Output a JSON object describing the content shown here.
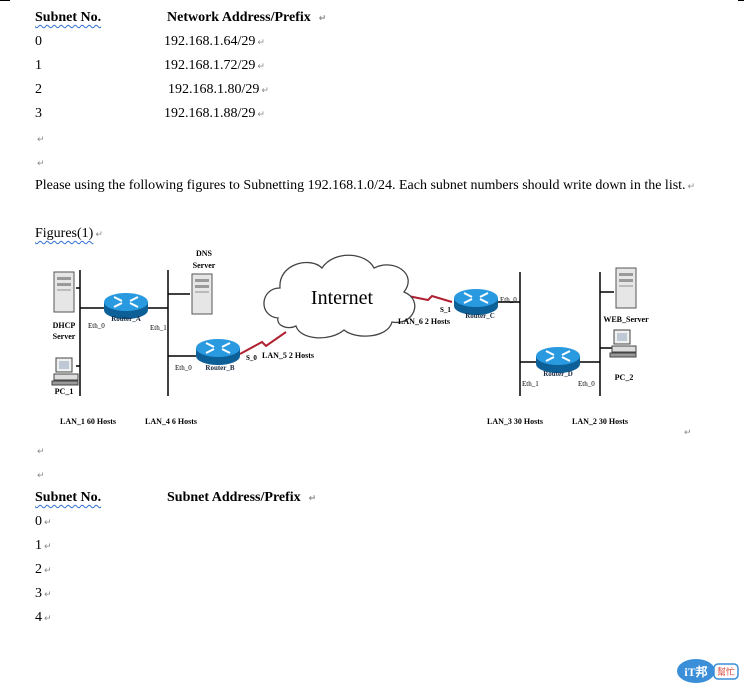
{
  "table1": {
    "col1_header": "Subnet No.",
    "col2_header": "Network Address/Prefix",
    "rows": [
      {
        "no": "0",
        "addr": "192.168.1.64/29"
      },
      {
        "no": "1",
        "addr": "192.168.1.72/29"
      },
      {
        "no": "2",
        "addr": "192.168.1.80/29"
      },
      {
        "no": "3",
        "addr": "192.168.1.88/29"
      }
    ]
  },
  "paragraph": "Please using the following figures to Subnetting 192.168.1.0/24. Each subnet numbers should write down in the list.",
  "figures_label": "Figures(1)",
  "paragraph_mark": "↵",
  "diagram": {
    "internet": "Internet",
    "dns_label_1": "DNS",
    "dns_label_2": "Server",
    "dhcp_label_1": "DHCP",
    "dhcp_label_2": "Server",
    "pc1": "PC_1",
    "pc2": "PC_2",
    "web_server": "WEB_Server",
    "router_a": "Router_A",
    "router_b": "Router_B",
    "router_c": "Router_C",
    "router_d": "Router_D",
    "eth0_a": "Eth_0",
    "eth1_a": "Eth_1",
    "eth0_b": "Eth_0",
    "s0_b": "S_0",
    "s1_c": "S_1",
    "eth0_c": "Eth_0",
    "eth1_d": "Eth_1",
    "eth0_d": "Eth_0",
    "lan1": "LAN_1 60 Hosts",
    "lan4": "LAN_4 6 Hosts",
    "lan5": "LAN_5 2 Hosts",
    "lan6": "LAN_6 2 Hosts",
    "lan3": "LAN_3 30 Hosts",
    "lan2": "LAN_2 30 Hosts"
  },
  "table2": {
    "col1_header": "Subnet No.",
    "col2_header": "Subnet Address/Prefix",
    "rows": [
      "0",
      "1",
      "2",
      "3",
      "4"
    ]
  },
  "logo": {
    "text": "iT邦",
    "sub": "幫忙"
  },
  "colors": {
    "router": "#1a86c8",
    "serial_link": "#b02030",
    "logo": "#3a8fd8"
  }
}
